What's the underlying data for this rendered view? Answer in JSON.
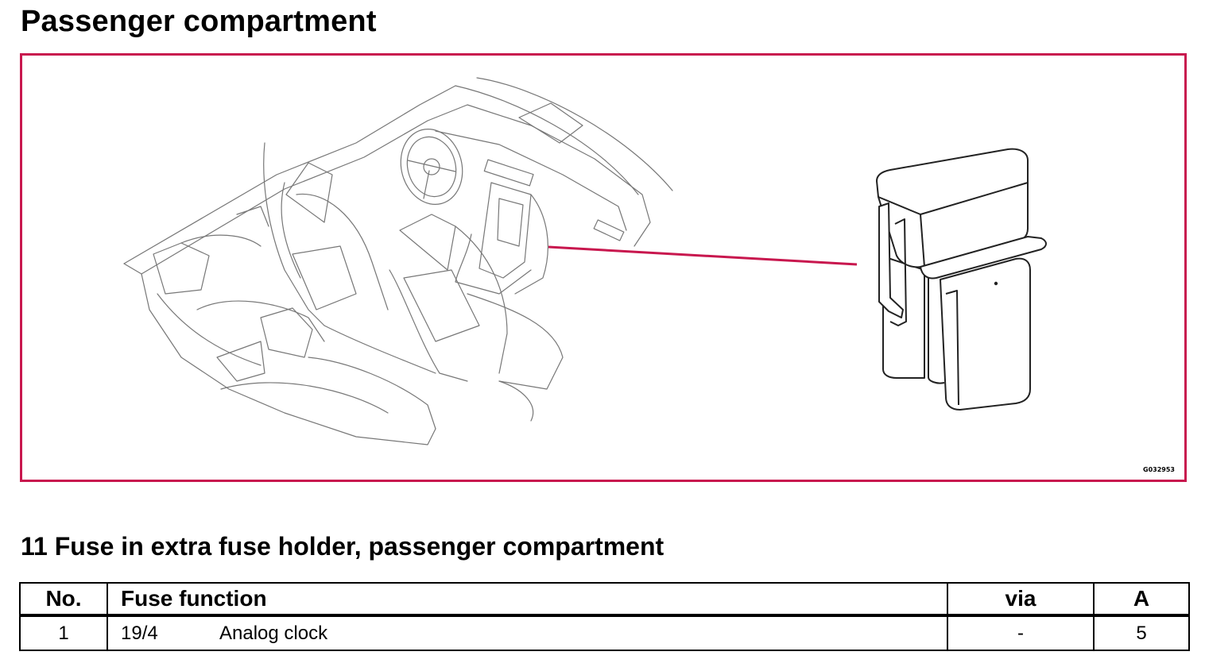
{
  "page": {
    "title": "Passenger compartment",
    "figure_code": "G032953",
    "section_heading": "11 Fuse in extra fuse holder, passenger compartment"
  },
  "colors": {
    "accent": "#c8174e",
    "line": "#000000"
  },
  "figure": {
    "illustrations": [
      "car-interior-illustration",
      "fuse-holder-illustration"
    ]
  },
  "fuse_table": {
    "headers": {
      "no": "No.",
      "function": "Fuse function",
      "via": "via",
      "amps": "A"
    },
    "rows": [
      {
        "no": "1",
        "code": "19/4",
        "function": "Analog clock",
        "via": "-",
        "amps": "5"
      }
    ]
  }
}
